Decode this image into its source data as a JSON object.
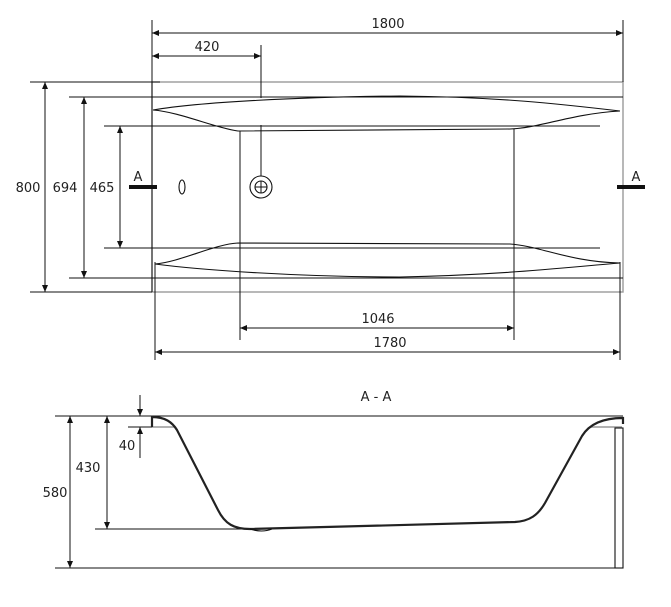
{
  "top_view": {
    "dimensions": {
      "overall_length": "1800",
      "drain_offset": "420",
      "overall_width": "800",
      "inner_width": "694",
      "bottom_width": "465",
      "bottom_length": "1046",
      "inner_length": "1780"
    },
    "section_marker_left": "A",
    "section_marker_right": "A"
  },
  "section_view": {
    "title": "A - A",
    "dimensions": {
      "total_height": "580",
      "inner_depth": "430",
      "rim_thickness": "40"
    }
  }
}
